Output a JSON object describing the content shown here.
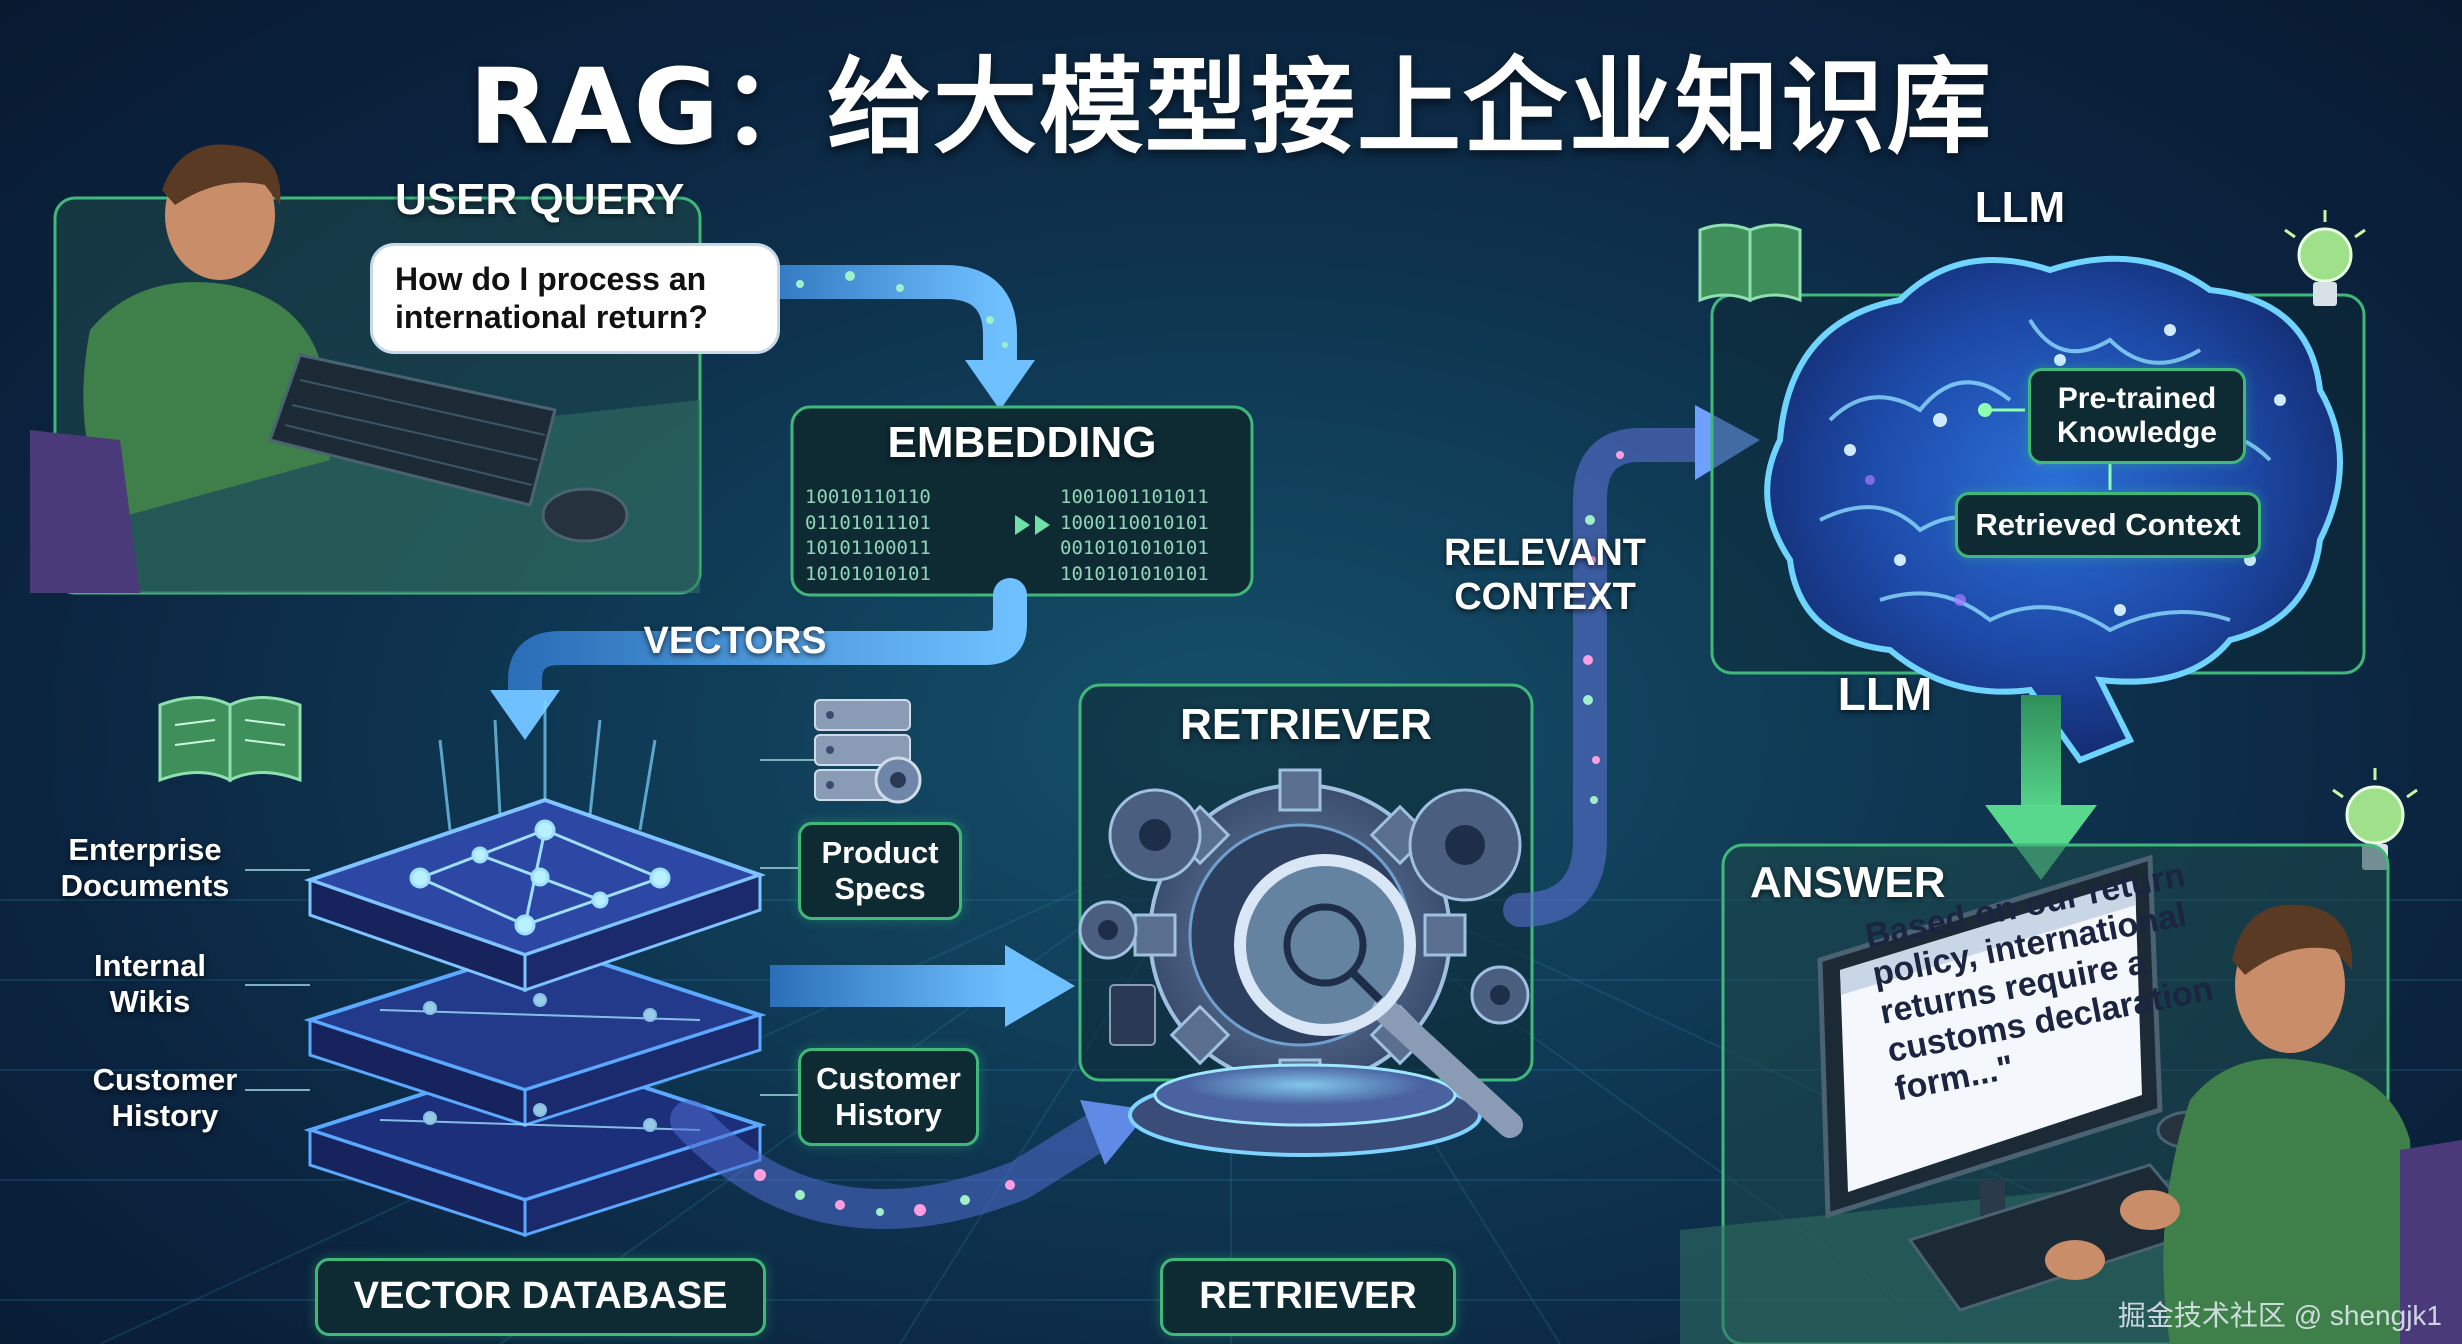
{
  "title": "RAG：给大模型接上企业知识库",
  "user_query": {
    "heading": "USER QUERY",
    "question": "How do I process an international return?"
  },
  "embedding": {
    "heading": "EMBEDDING",
    "bits_left": "10010110110\n01101011101\n10101100011\n10101010101",
    "bits_right": "1001001101011\n1000110010101\n0010101010101\n1010101010101"
  },
  "vectors_label": "VECTORS",
  "vector_db": {
    "sources_left": [
      "Enterprise Documents",
      "Internal Wikis",
      "Customer History"
    ],
    "sources_right": [
      "Product Specs",
      "Customer History"
    ],
    "footer": "VECTOR DATABASE"
  },
  "retriever": {
    "heading": "RETRIEVER",
    "footer": "RETRIEVER"
  },
  "relevant_context": "RELEVANT CONTEXT",
  "llm": {
    "heading_top": "LLM",
    "heading_bottom": "LLM",
    "pretrained": "Pre-trained Knowledge",
    "retrieved": "Retrieved Context"
  },
  "answer": {
    "heading": "ANSWER",
    "text": "Based on our return policy, international returns require a customs declaration form...\""
  },
  "watermark": "掘金技术社区 @ shengjk1",
  "colors": {
    "accent_green": "#3fb87a",
    "arrow_blue": "#4fa3e6",
    "brain_blue": "#3ab0ff"
  }
}
